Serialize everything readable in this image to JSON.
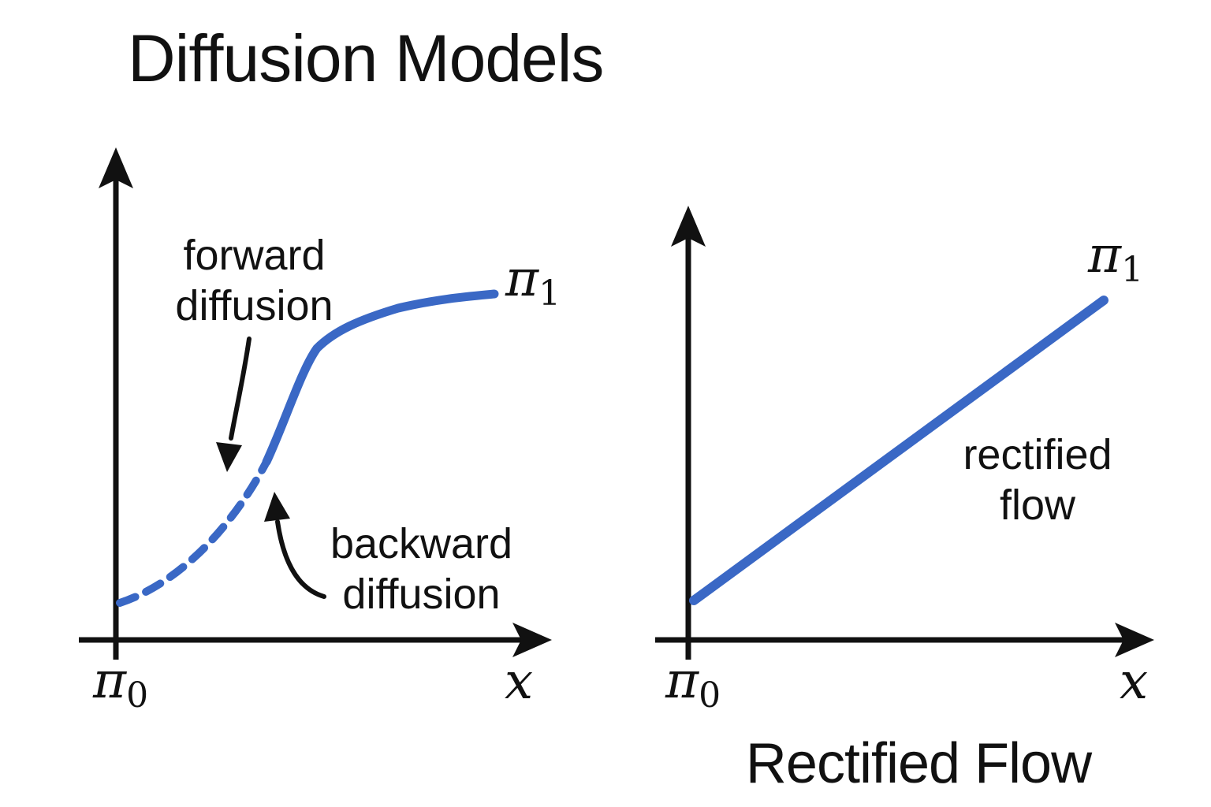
{
  "title": "Diffusion Models",
  "left_chart": {
    "pi0": {
      "base": "π",
      "sub": "0"
    },
    "pi1": {
      "base": "π",
      "sub": "1"
    },
    "x_axis_label": "x",
    "forward_label": "forward\ndiffusion",
    "backward_label": "backward\ndiffusion",
    "curve_style": {
      "lower_segment": "dashed",
      "upper_segment": "solid"
    }
  },
  "right_chart": {
    "pi0": {
      "base": "π",
      "sub": "0"
    },
    "pi1": {
      "base": "π",
      "sub": "1"
    },
    "x_axis_label": "x",
    "flow_label": "rectified\nflow",
    "caption": "Rectified Flow",
    "curve_style": {
      "segment": "solid straight line"
    }
  },
  "colors": {
    "curve_blue": "#3a68c5",
    "ink": "#111111",
    "background": "#ffffff"
  }
}
